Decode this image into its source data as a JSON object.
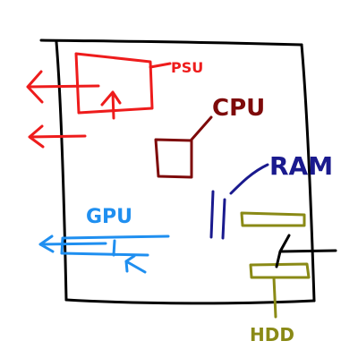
{
  "labels": {
    "psu": "PSU",
    "cpu": "CPU",
    "ram": "RAM",
    "gpu": "GPU",
    "hdd": "HDD"
  },
  "colors": {
    "case": "#000000",
    "psu": "#ee1c1c",
    "cpu": "#7e0a0a",
    "ram": "#1a1a8e",
    "gpu": "#1f8ff0",
    "hdd": "#8a8a16"
  },
  "icons": {
    "exhaust": "arrow-left-icon",
    "intake": "arrow-right-icon",
    "fan": "arrow-up-icon"
  }
}
